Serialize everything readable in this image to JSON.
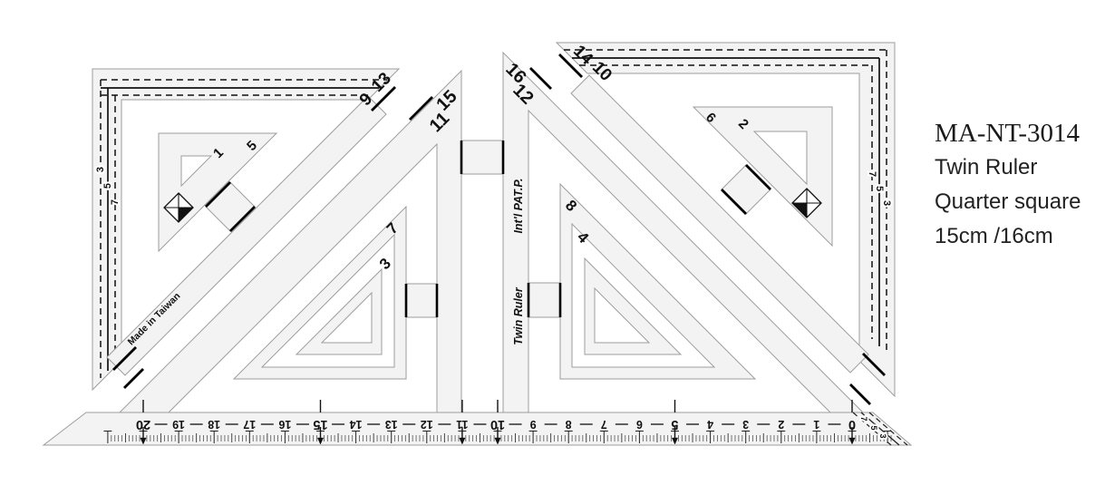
{
  "caption": {
    "model": "MA-NT-3014",
    "product_name": "Twin Ruler",
    "product_type": "Quarter square",
    "sizes": "15cm /16cm"
  },
  "diagram": {
    "made_in": "Made in Taiwan",
    "brand_vertical": "Twin Ruler",
    "patent_vertical": "Int'l PAT.P.",
    "left_ruler": {
      "hyp_end_labels": [
        "13",
        "9"
      ],
      "side_labels": [
        "3",
        "5",
        "7"
      ],
      "diag_labels": [
        "15",
        "11"
      ],
      "mid_labels": [
        "7",
        "3"
      ],
      "small_labels": [
        "1",
        "5"
      ]
    },
    "right_ruler": {
      "hyp_end_labels": [
        "14",
        "10"
      ],
      "side_labels": [
        "7",
        "5",
        "3"
      ],
      "diag_labels": [
        "16",
        "12"
      ],
      "mid_labels": [
        "8",
        "4"
      ],
      "small_labels": [
        "6",
        "2"
      ],
      "scale_end_labels": [
        "7",
        "5",
        "3"
      ]
    },
    "scale": {
      "numbers": [
        "20",
        "19",
        "18",
        "17",
        "16",
        "15",
        "14",
        "13",
        "12",
        "11",
        "10",
        "9",
        "8",
        "7",
        "6",
        "5",
        "4",
        "3",
        "2",
        "1",
        "0"
      ],
      "bold": [
        "20",
        "15",
        "10",
        "5",
        "0"
      ],
      "arrows": [
        "20",
        "15",
        "11",
        "10",
        "5",
        "0"
      ]
    }
  },
  "colors": {
    "body_fill": "#f3f3f3",
    "outline": "#9e9e9e",
    "ink": "#111111"
  }
}
